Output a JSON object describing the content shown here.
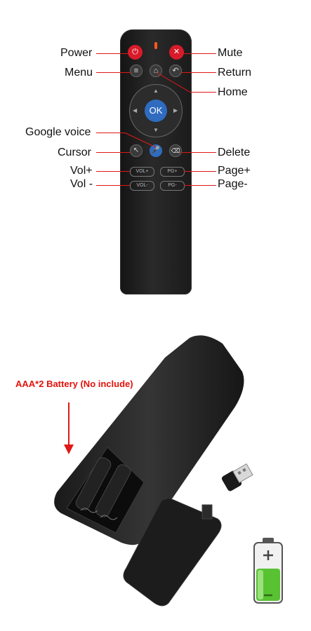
{
  "labels": {
    "power": "Power",
    "mute": "Mute",
    "menu": "Menu",
    "return": "Return",
    "home": "Home",
    "google_voice": "Google voice",
    "cursor": "Cursor",
    "delete": "Delete",
    "vol_plus": "Vol+",
    "page_plus": "Page+",
    "vol_minus": "Vol -",
    "page_minus": "Page-"
  },
  "remote_buttons": {
    "ok": "OK",
    "vol_plus": "VOL+",
    "pg_plus": "PG+",
    "vol_minus": "VOL-",
    "pg_minus": "PG-"
  },
  "battery_note": "AAA*2 Battery (No include)",
  "colors": {
    "callout": "#e01818",
    "power_button": "#d81b2a",
    "ok_button": "#2f6cc0",
    "battery_fill": "#58c232"
  }
}
